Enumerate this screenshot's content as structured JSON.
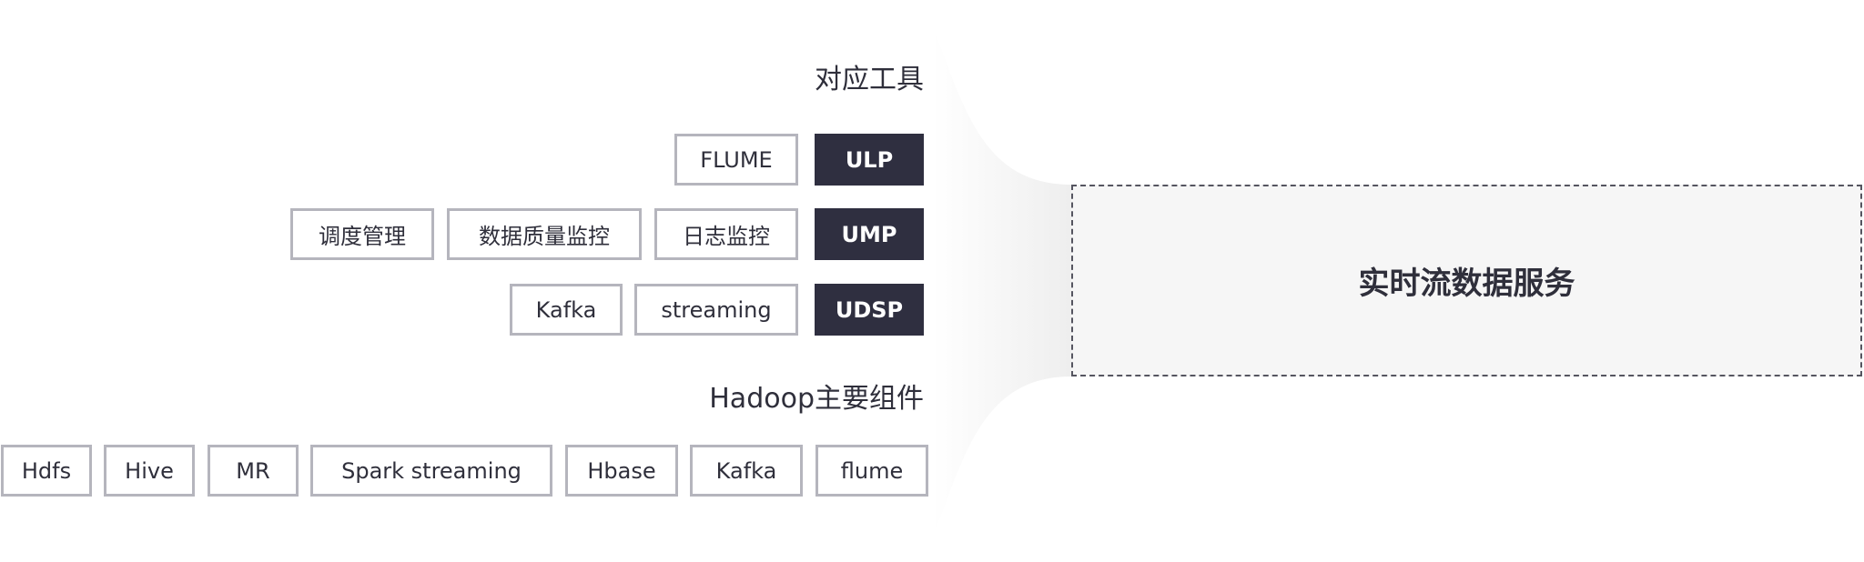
{
  "tools_section": {
    "title": "对应工具",
    "rows": [
      {
        "label": "ULP",
        "items": [
          "FLUME"
        ]
      },
      {
        "label": "UMP",
        "items": [
          "调度管理",
          "数据质量监控",
          "日志监控"
        ]
      },
      {
        "label": "UDSP",
        "items": [
          "Kafka",
          "streaming"
        ]
      }
    ]
  },
  "hadoop_section": {
    "title": "Hadoop主要组件",
    "items": [
      "Hdfs",
      "Hive",
      "MR",
      "Spark streaming",
      "Hbase",
      "Kafka",
      "flume"
    ]
  },
  "service": {
    "label": "实时流数据服务"
  },
  "colors": {
    "dark_box": "#2f2f40",
    "box_border": "#b5b5bd",
    "text": "#2f2f3b",
    "service_bg": "#f6f6f6"
  }
}
